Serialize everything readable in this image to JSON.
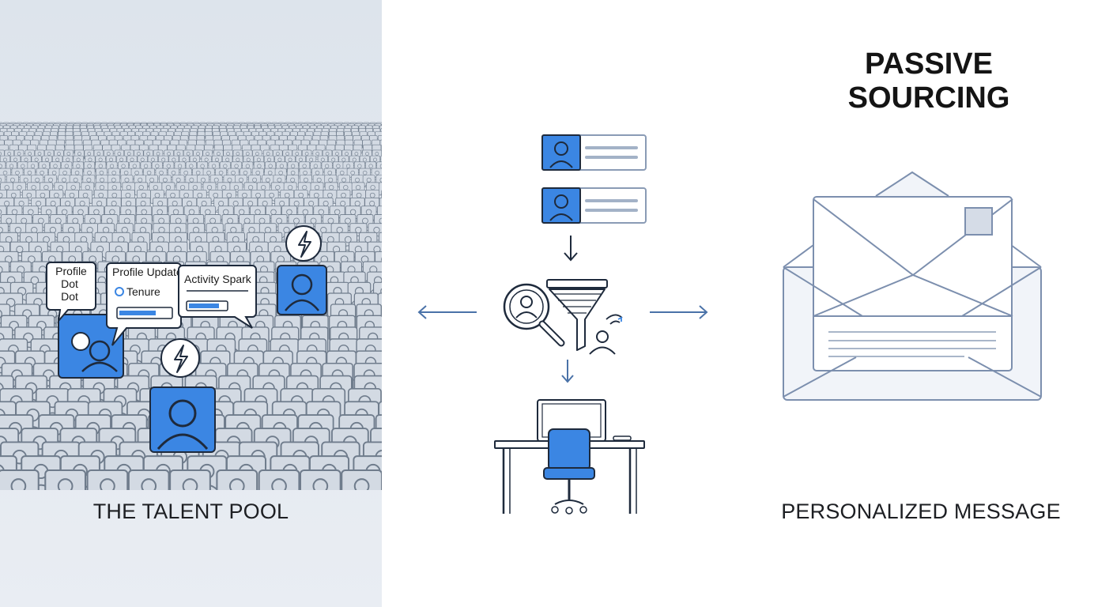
{
  "title": {
    "line1": "PASSIVE",
    "line2": "SOURCING"
  },
  "captions": {
    "talent_pool": "THE TALENT POOL",
    "message": "PERSONALIZED MESSAGE"
  },
  "bubbles": {
    "profile_dot": {
      "line1": "Profile",
      "line2": "Dot",
      "line3": "Dot"
    },
    "profile_update": {
      "title": "Profile Update",
      "item": "Tenure"
    },
    "activity_spark": {
      "title": "Activity Spark"
    }
  },
  "colors": {
    "accent_blue": "#3b86e3",
    "stroke_dark": "#1e2a3c",
    "crowd_fill": "#d3dae3",
    "crowd_stroke": "#6f7c8c",
    "envelope_stroke": "#7c8fae",
    "arrow_blue": "#4a72a8"
  },
  "icons": [
    "profile-card-icon",
    "down-arrow-icon",
    "magnifier-person-icon",
    "funnel-icon",
    "person-signal-icon",
    "desk-workstation-icon",
    "envelope-icon",
    "lightning-icon",
    "left-arrow-icon",
    "right-arrow-icon"
  ]
}
